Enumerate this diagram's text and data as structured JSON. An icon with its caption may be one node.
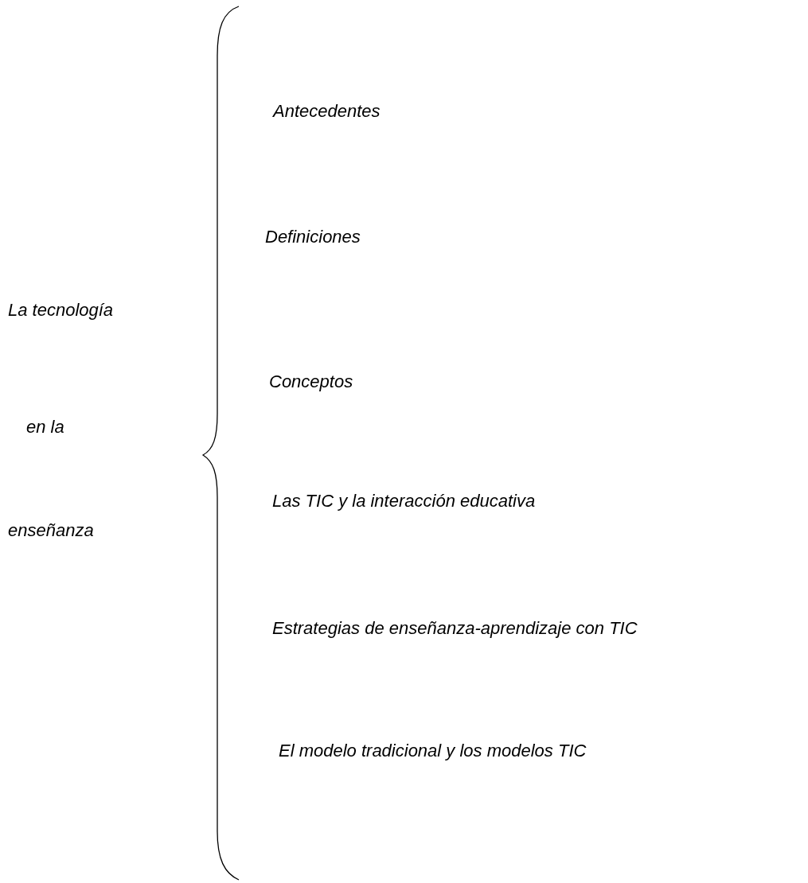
{
  "diagram": {
    "labels": [
      "La tecnología",
      "en la",
      "enseñanza",
      "Antecedentes",
      "Definiciones",
      "Conceptos",
      "Las TIC y la interacción educativa",
      "Estrategias de enseñanza-aprendizaje con TIC",
      "El modelo tradicional y los modelos TIC"
    ]
  }
}
